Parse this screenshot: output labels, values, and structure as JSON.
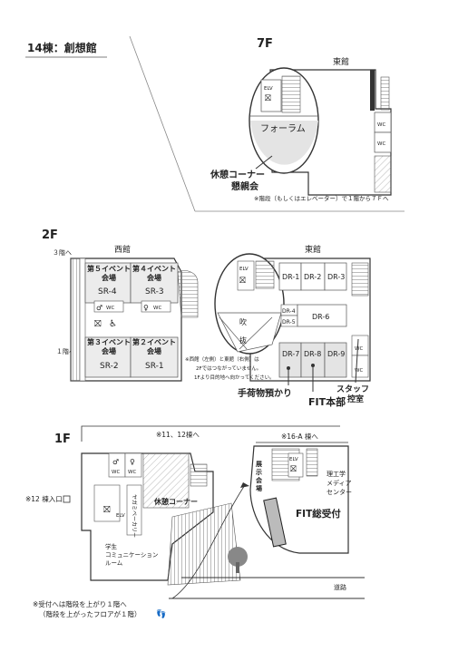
{
  "header": {
    "title": "14棟：創想館"
  },
  "floor7": {
    "floor_label": "7F",
    "east_building": "東館",
    "elv": "ELV",
    "forum": "フォーラム",
    "wc_1": "WC",
    "wc_2": "WC",
    "lounge": "休憩コーナー",
    "lounge_sub": "懇親会",
    "note": "※階段（もしくはエレベーター）で１階から７Ｆへ"
  },
  "floor2": {
    "floor_label": "2F",
    "west_building": "西館",
    "east_building": "東館",
    "to_3f": "３階へ",
    "to_1f": "１階へ",
    "event5_a": "第５イベント",
    "event5_b": "会場",
    "event4_a": "第４イベント",
    "event4_b": "会場",
    "event3_a": "第３イベント",
    "event3_b": "会場",
    "event2_a": "第２イベント",
    "event2_b": "会場",
    "sr4": "SR-4",
    "sr3": "SR-3",
    "sr2": "SR-2",
    "sr1": "SR-1",
    "wc_left": "WC",
    "wc_right": "WC",
    "elv": "ELV",
    "dr1": "DR-1",
    "dr2": "DR-2",
    "dr3": "DR-3",
    "dr4": "DR-4",
    "dr5": "DR-5",
    "dr6": "DR-6",
    "dr7": "DR-7",
    "dr8": "DR-8",
    "dr9": "DR-9",
    "fukinuke_1": "吹",
    "fukinuke_2": "抜",
    "wc_e1": "WC",
    "wc_e2": "WC",
    "note_1": "※西館（左側）と東館（右側）は",
    "note_2": "2Fではつながっていません。",
    "note_3": "1Fより目的地へ向かってください。",
    "baggage": "手荷物預かり",
    "fit_hq": "FIT本部",
    "staff_1": "スタッフ",
    "staff_2": "控室"
  },
  "floor1": {
    "floor_label": "1F",
    "to_bldg_11_12": "※11、12棟へ",
    "to_bldg_16a": "※16-A 棟へ",
    "entrance_12": "※12 棟入口",
    "wc_1": "WC",
    "wc_2": "WC",
    "elv": "ELV",
    "bakery": "ヤガミベーカリー",
    "lounge": "休憩コーナー",
    "exhibit_1": "展",
    "exhibit_2": "示",
    "exhibit_3": "会",
    "exhibit_4": "場",
    "elv2": "ELV",
    "media_1": "理工学",
    "media_2": "メディア",
    "media_3": "センター",
    "fit_reception": "FIT総受付",
    "student_1": "学生",
    "student_2": "コミュニケーション",
    "student_3": "ルーム",
    "road": "道路",
    "note_1": "※受付へは階段を上がり１階へ",
    "note_2": "（階段を上がったフロアが１階）"
  }
}
